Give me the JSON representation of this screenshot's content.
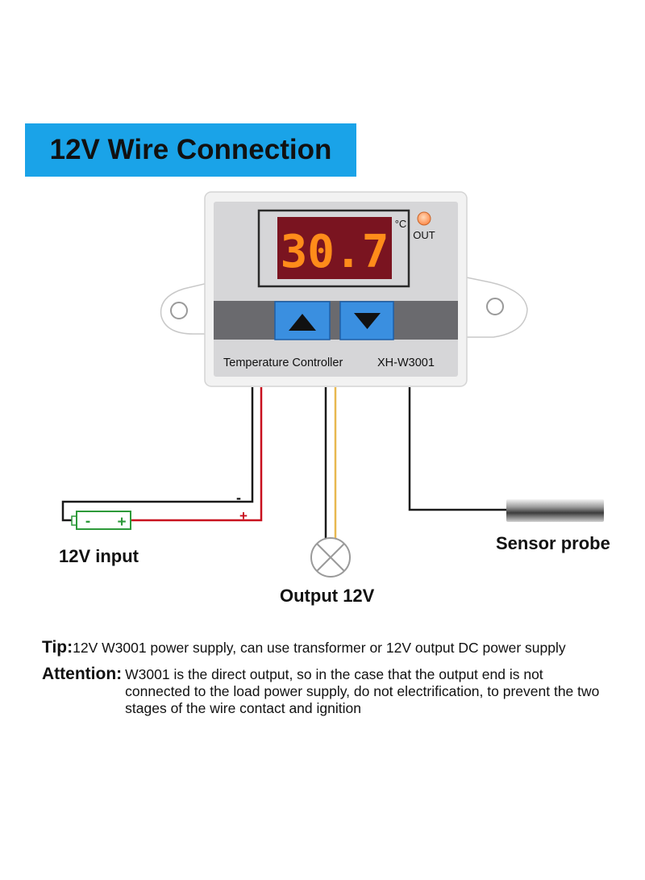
{
  "title": "12V Wire Connection",
  "device": {
    "display_value": "30.7",
    "unit": "°C",
    "out_label": "OUT",
    "name": "Temperature Controller",
    "model": "XH-W3001",
    "up_icon": "triangle-up-icon",
    "down_icon": "triangle-down-icon"
  },
  "battery": {
    "minus": "-",
    "plus": "+"
  },
  "wire": {
    "minus": "-",
    "plus": "+"
  },
  "labels": {
    "input": "12V input",
    "output": "Output 12V",
    "sensor": "Sensor probe"
  },
  "notes": {
    "tip_key": "Tip:",
    "tip_text": "12V W3001 power supply, can use transformer or 12V output DC power supply",
    "attention_key": "Attention:",
    "attention_text": "W3001 is the direct output, so in the case that the output end is not connected to the load power supply, do not electrification, to prevent the two stages of the wire contact and ignition"
  },
  "colors": {
    "banner": "#1aa3e8",
    "display_digits": "#ff8c1a",
    "button": "#3a8fe0",
    "wire_red": "#c8101e",
    "wire_yellow": "#e8b850",
    "battery_green": "#2e9a3a"
  }
}
